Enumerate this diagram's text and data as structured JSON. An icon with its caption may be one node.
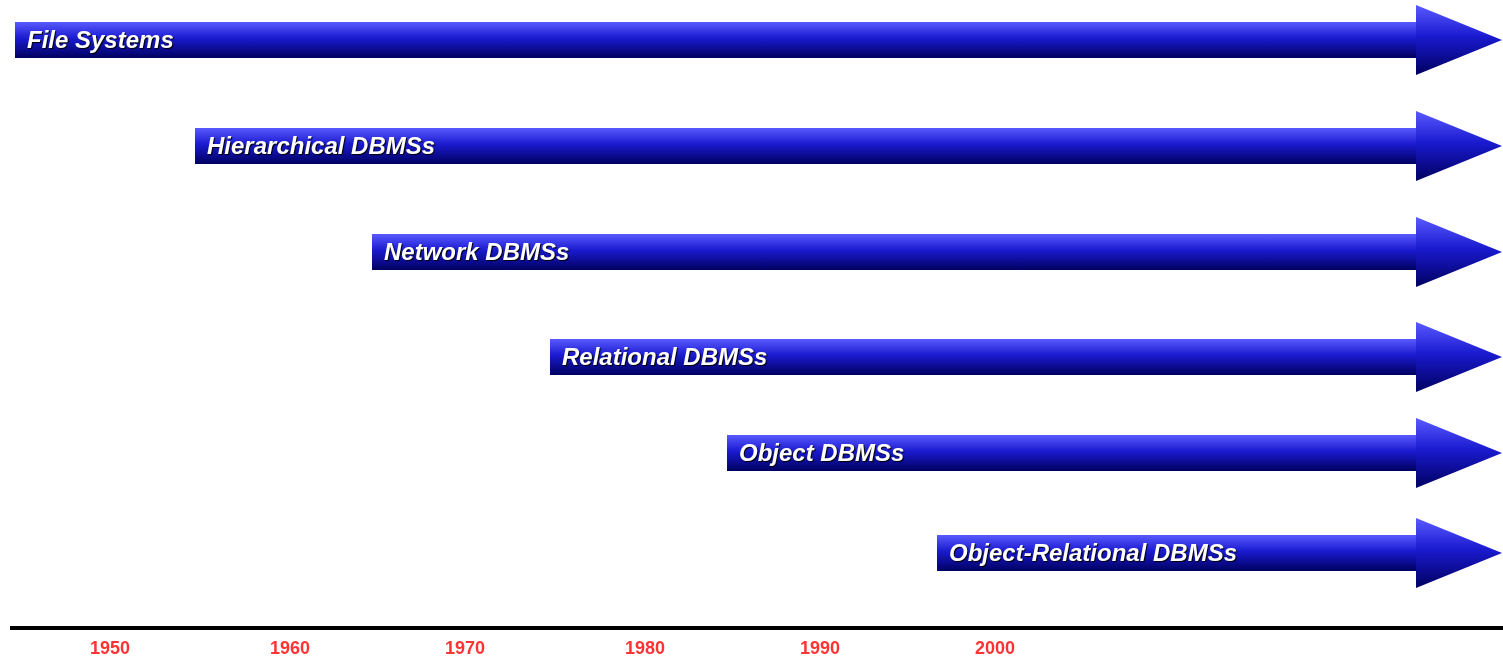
{
  "diagram": {
    "nodes": [
      {
        "text": [
          "File Systems"
        ]
      },
      {
        "text": [
          "Hierarchical DBMSs"
        ]
      },
      {
        "text": [
          "Network DBMSs"
        ]
      },
      {
        "text": [
          "Relational DBMSs"
        ]
      },
      {
        "text": [
          "Object DBMSs"
        ]
      },
      {
        "text": [
          "Object-Relational DBMSs"
        ]
      }
    ],
    "labels": [
      "1950",
      "1960",
      "1970",
      "1980",
      "1990",
      "2000"
    ]
  }
}
